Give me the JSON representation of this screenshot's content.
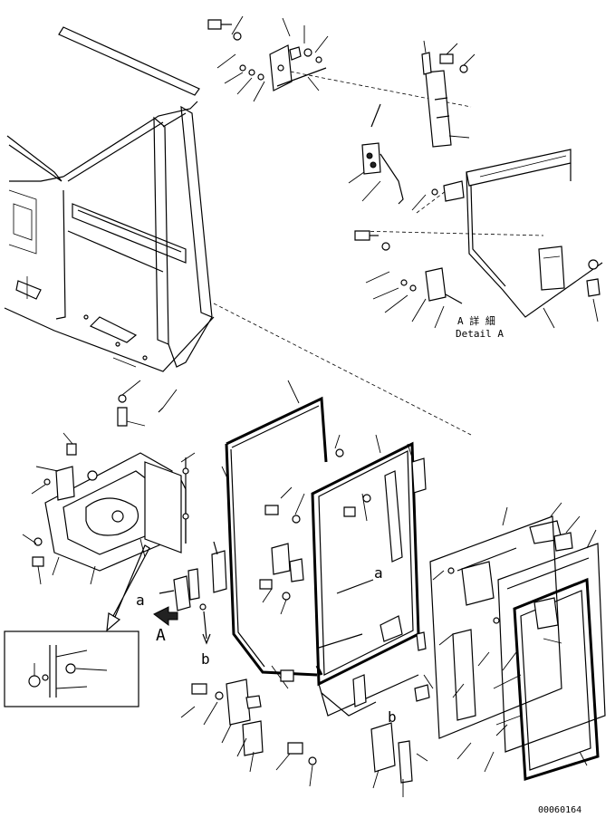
{
  "labels": {
    "detail_jp": "A 詳 細",
    "detail_en": "Detail A",
    "view_a": "A",
    "ref_a_upper": "a",
    "ref_a_lower": "a",
    "ref_b_left": "b",
    "ref_b_right": "b",
    "drawing_number": "00060164"
  }
}
